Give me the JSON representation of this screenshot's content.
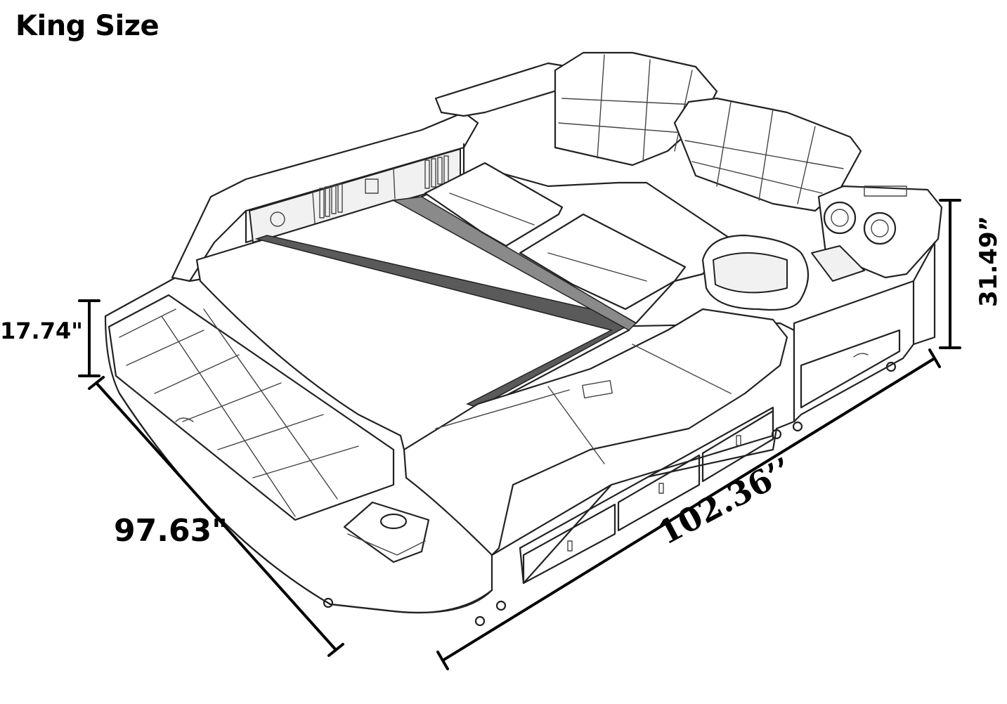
{
  "title": "King Size",
  "dimensions": {
    "headboard_height": "31.49”",
    "side_height": "17.74\"",
    "width": "97.63\"",
    "length": "102.36’’"
  }
}
